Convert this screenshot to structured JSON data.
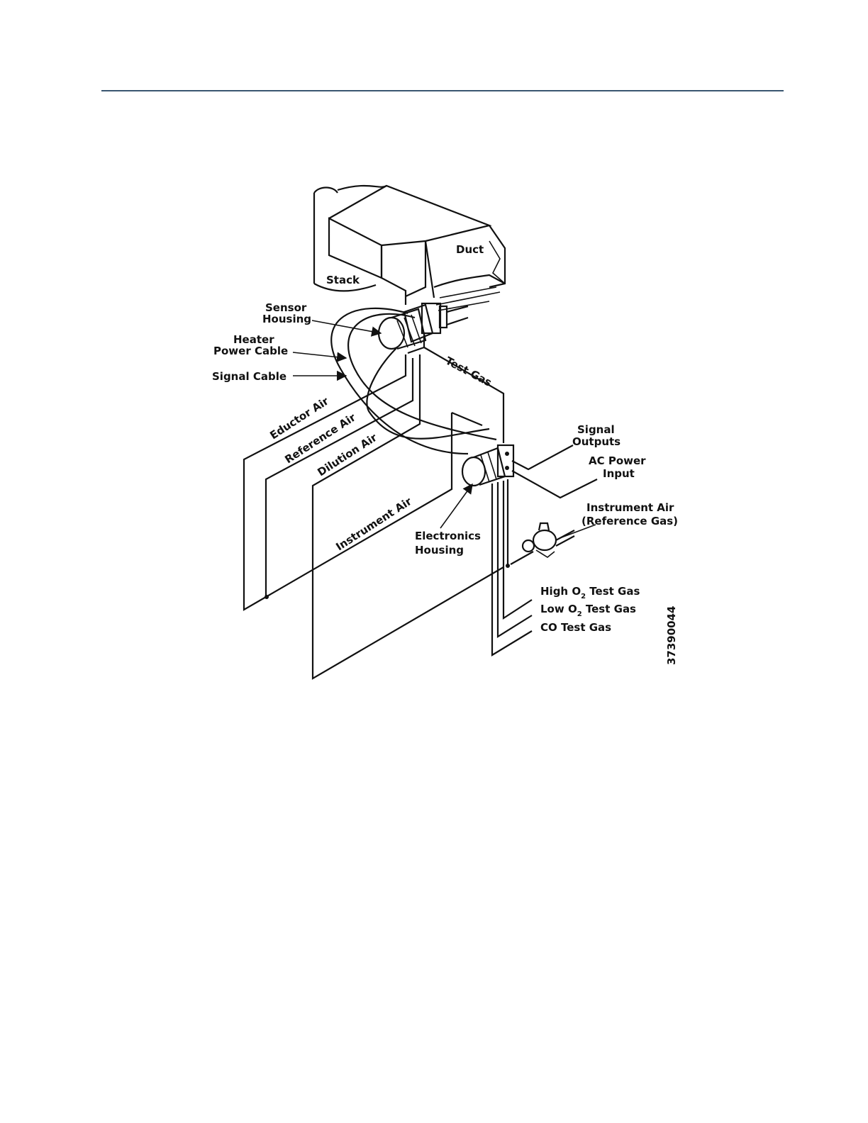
{
  "header": {
    "rule_color": "#3a5670"
  },
  "figure": {
    "id_code": "37390044",
    "labels": {
      "duct": "Duct",
      "stack": "Stack",
      "sensor_housing_1": "Sensor",
      "sensor_housing_2": "Housing",
      "heater_power_cable_1": "Heater",
      "heater_power_cable_2": "Power Cable",
      "signal_cable": "Signal Cable",
      "test_gas": "Test Gas",
      "eductor_air": "Eductor Air",
      "reference_air": "Reference Air",
      "dilution_air": "Dilution Air",
      "instrument_air_line": "Instrument Air",
      "signal_outputs_1": "Signal",
      "signal_outputs_2": "Outputs",
      "ac_power_input_1": "AC Power",
      "ac_power_input_2": "Input",
      "instrument_air_1": "Instrument Air",
      "instrument_air_2": "(Reference Gas)",
      "electronics_housing_1": "Electronics",
      "electronics_housing_2": "Housing",
      "high_o2_a": "High O",
      "high_o2_sub": "2",
      "high_o2_b": " Test Gas",
      "low_o2_a": "Low O",
      "low_o2_sub": "2",
      "low_o2_b": " Test Gas",
      "co_test_gas": "CO Test Gas"
    }
  }
}
